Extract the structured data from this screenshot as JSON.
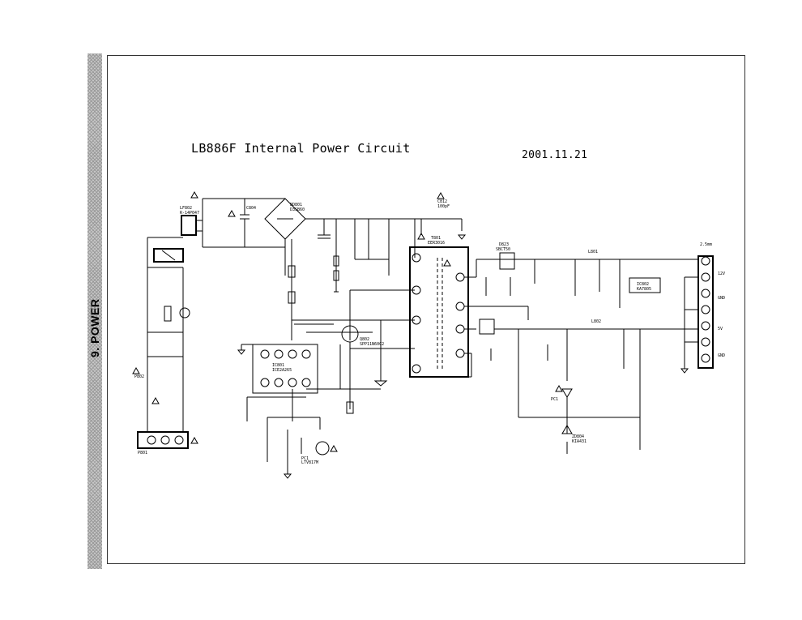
{
  "side_label": "9. POWER",
  "title": "LB886F Internal Power Circuit",
  "date": "2001.11.21",
  "labels": {
    "lf": "LF802",
    "bd": "BD801",
    "bd_part": "D3SB60",
    "c804": "C804",
    "c813": "C812",
    "c813_val": "100pF",
    "t801": "T801",
    "t801_part": "EER3016",
    "d823": "D823",
    "d823_part": "SBCT50",
    "ic801": "IC801",
    "ic801_part": "ICE2A265",
    "q802": "Q802",
    "q802_part": "SPP11N60C2",
    "ic802": "IC802",
    "ic802_part": "KA7805",
    "pc1": "PC1",
    "pc1_part": "LTV817M",
    "zd804": "ZD804",
    "zd804_part": "KIA431",
    "p802": "P802",
    "p801": "P801",
    "out_12v": "12V",
    "out_5v": "5V",
    "out_gnd1": "GND",
    "out_gnd2": "GND",
    "conn_title": "2.5mm",
    "lf_part": "R-14P047",
    "l801": "L801",
    "l802": "L802"
  }
}
